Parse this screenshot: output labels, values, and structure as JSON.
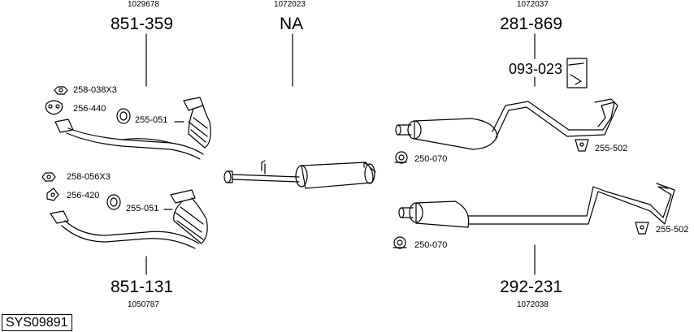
{
  "diagram_id": "SYS09891",
  "groups": {
    "front_pipe_top": {
      "ref": "1029678",
      "part": "851-359"
    },
    "intermediate": {
      "ref": "1072023",
      "part": "NA"
    },
    "rear_top": {
      "ref": "1072037",
      "part": "281-869",
      "accessory": "093-023"
    },
    "front_pipe_bottom": {
      "ref": "1050787",
      "part": "851-131"
    },
    "rear_bottom": {
      "ref": "1072038",
      "part": "292-231"
    }
  },
  "labels": {
    "nut_top": "258-038X3",
    "gasket_top": "256-440",
    "clamp_top": "255-051",
    "nut_bottom": "258-056X3",
    "gasket_bottom": "256-420",
    "clamp_bottom": "255-051",
    "hanger_top": "250-070",
    "hanger_bottom": "250-070",
    "bracket_top": "255-502",
    "bracket_bottom": "255-502"
  }
}
